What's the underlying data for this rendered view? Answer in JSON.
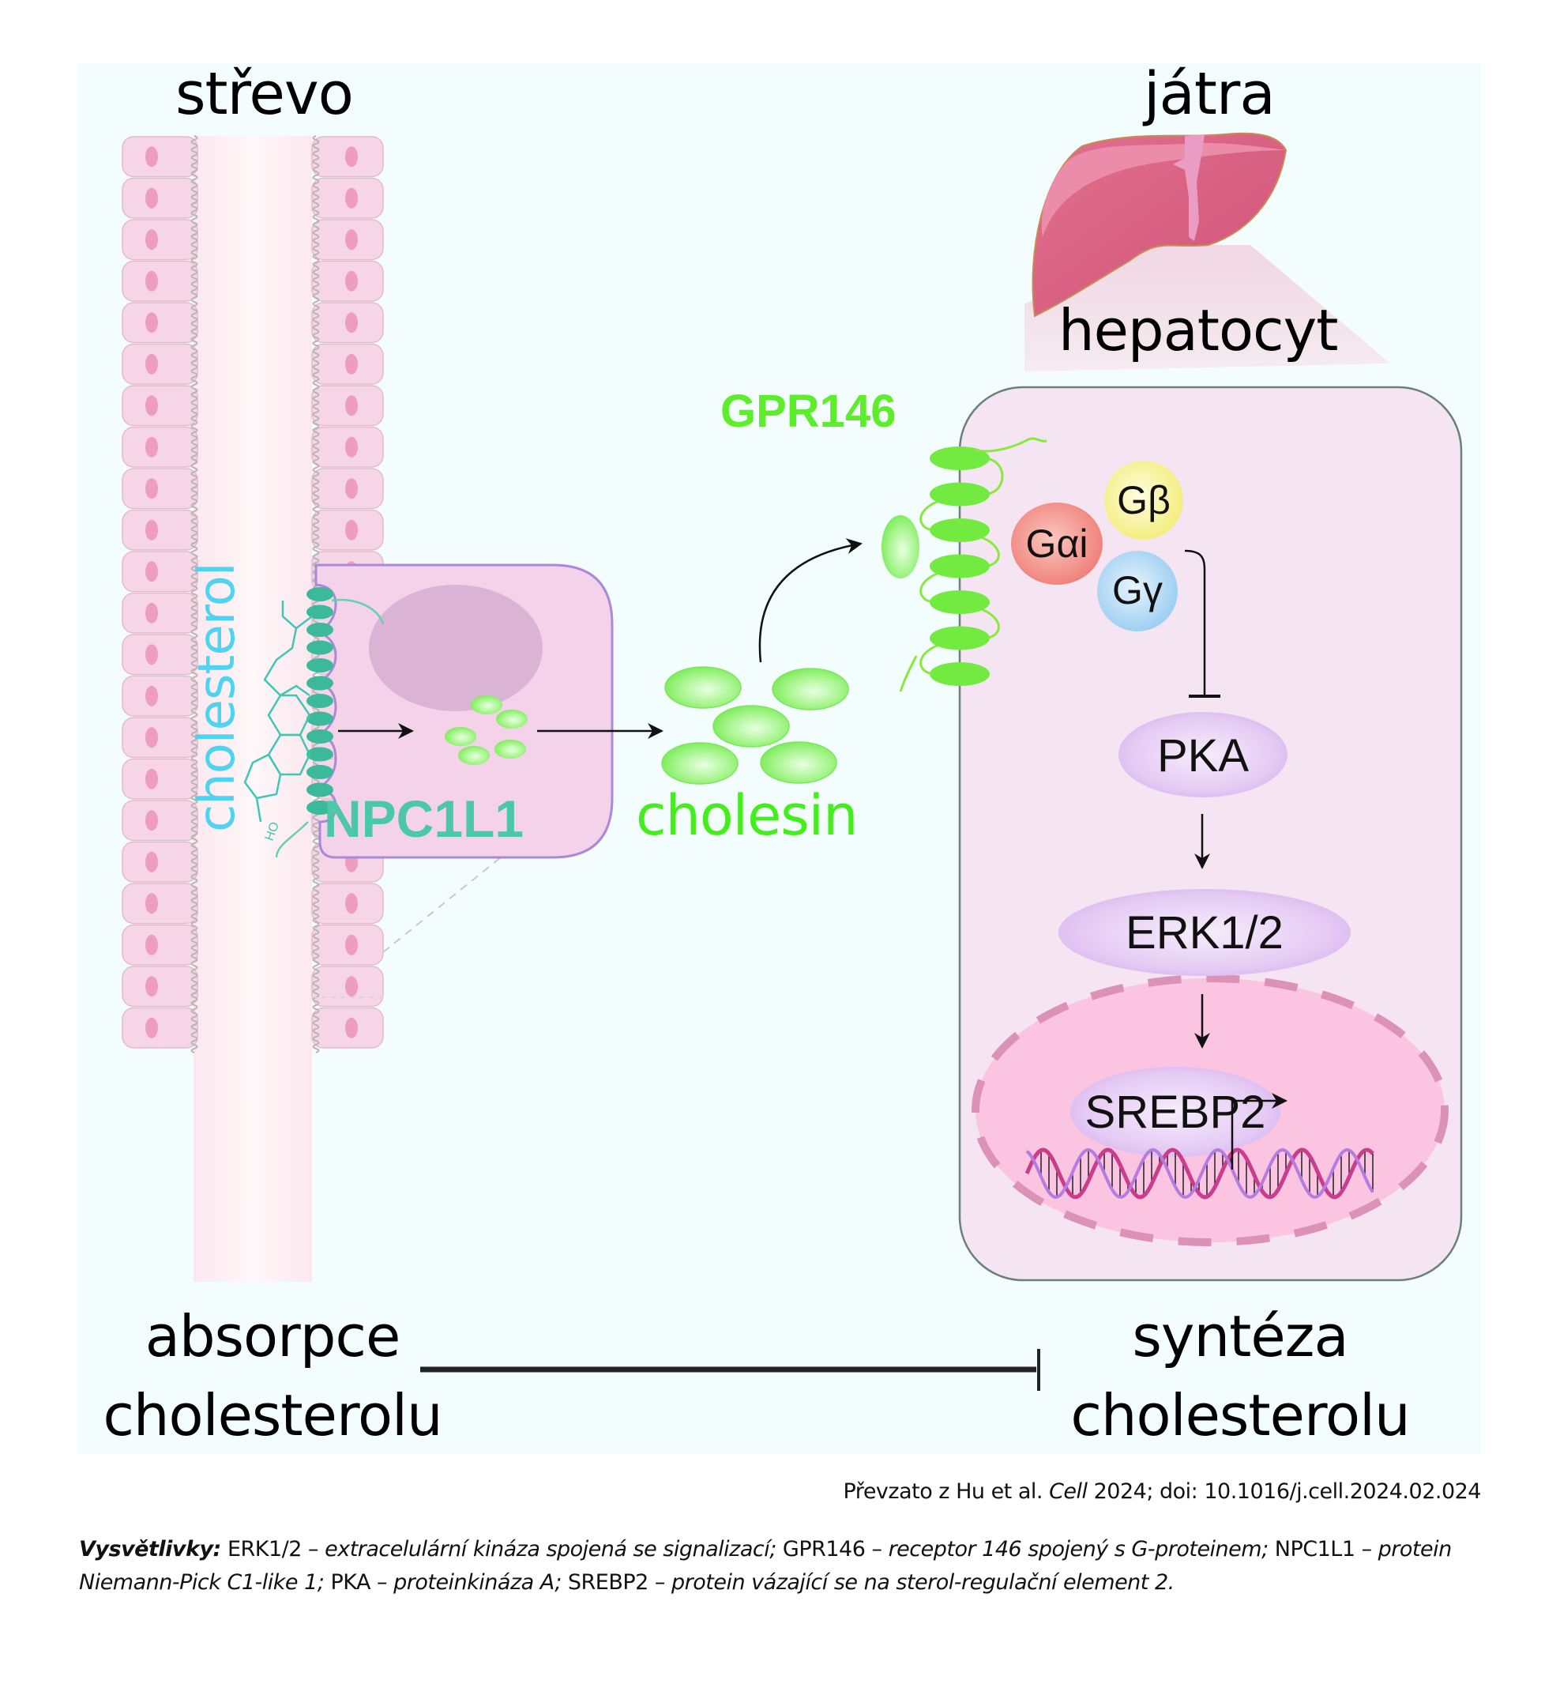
{
  "figure": {
    "organs": {
      "intestine_label": "střevo",
      "liver_label": "játra",
      "hepatocyte_label": "hepatocyt"
    },
    "molecules": {
      "cholesterol": "cholesterol",
      "npc1l1": "NPC1L1",
      "cholesin": "cholesin",
      "gpr146": "GPR146",
      "g_alpha_i": "Gαi",
      "g_beta": "Gβ",
      "g_gamma": "Gγ",
      "pka": "PKA",
      "erk": "ERK1/2",
      "srebp2": "SREBP2",
      "ho_group": "HO"
    },
    "processes": {
      "absorption_line1": "absorpce",
      "absorption_line2": "cholesterolu",
      "synthesis_line1": "syntéza",
      "synthesis_line2": "cholesterolu"
    },
    "edges": [
      {
        "from": "cholesterol",
        "to": "npc1l1",
        "type": "activates"
      },
      {
        "from": "npc1l1",
        "to": "cholesin",
        "type": "produces"
      },
      {
        "from": "cholesin",
        "to": "gpr146",
        "type": "activates"
      },
      {
        "from": "gpr146",
        "to": "g_alpha_i",
        "type": "couples"
      },
      {
        "from": "g_protein",
        "to": "pka",
        "type": "inhibits"
      },
      {
        "from": "pka",
        "to": "erk",
        "type": "activates"
      },
      {
        "from": "erk",
        "to": "srebp2",
        "type": "activates"
      },
      {
        "from": "srebp2",
        "to": "transcription",
        "type": "activates"
      },
      {
        "from": "absorption",
        "to": "synthesis",
        "type": "inhibits"
      }
    ],
    "colors": {
      "background_panel": "#f4fdfd",
      "cholesterol_text": "#4fd3f0",
      "npc1l1_text": "#4cc7a8",
      "cholesin_green": "#44ee1c",
      "gpr146_green": "#5ded2a",
      "cell_pink": "#f3d6ec",
      "hepatocyte_fill": "#f5e6f4",
      "nucleus_fill": "#fbc6e2",
      "g_alpha_red": "#f08a84",
      "g_beta_yellow": "#f8f39a",
      "g_gamma_blue": "#a9d6f4",
      "kinase_purple": "#e3c6f2"
    }
  },
  "citation": {
    "prefix": "Převzato z Hu et al. ",
    "journal": "Cell",
    "suffix": " 2024; doi: 10.1016/j.cell.2024.02.024"
  },
  "legend": {
    "heading": "Vysvětlivky:",
    "items": [
      {
        "abbr": "ERK1/2",
        "text": "extracelulární kináza spojená se signalizací",
        "sep": ";"
      },
      {
        "abbr": "GPR146",
        "text": "receptor 146 spojený s G-proteinem",
        "sep": ";"
      },
      {
        "abbr": "NPC1L1",
        "text": "protein Niemann-Pick C1-like 1",
        "sep": ";"
      },
      {
        "abbr": "PKA",
        "text": "proteinkináza A",
        "sep": ";"
      },
      {
        "abbr": "SREBP2",
        "text": "protein vázající se na sterol-regulační element 2",
        "sep": "."
      }
    ],
    "dash": "–"
  }
}
